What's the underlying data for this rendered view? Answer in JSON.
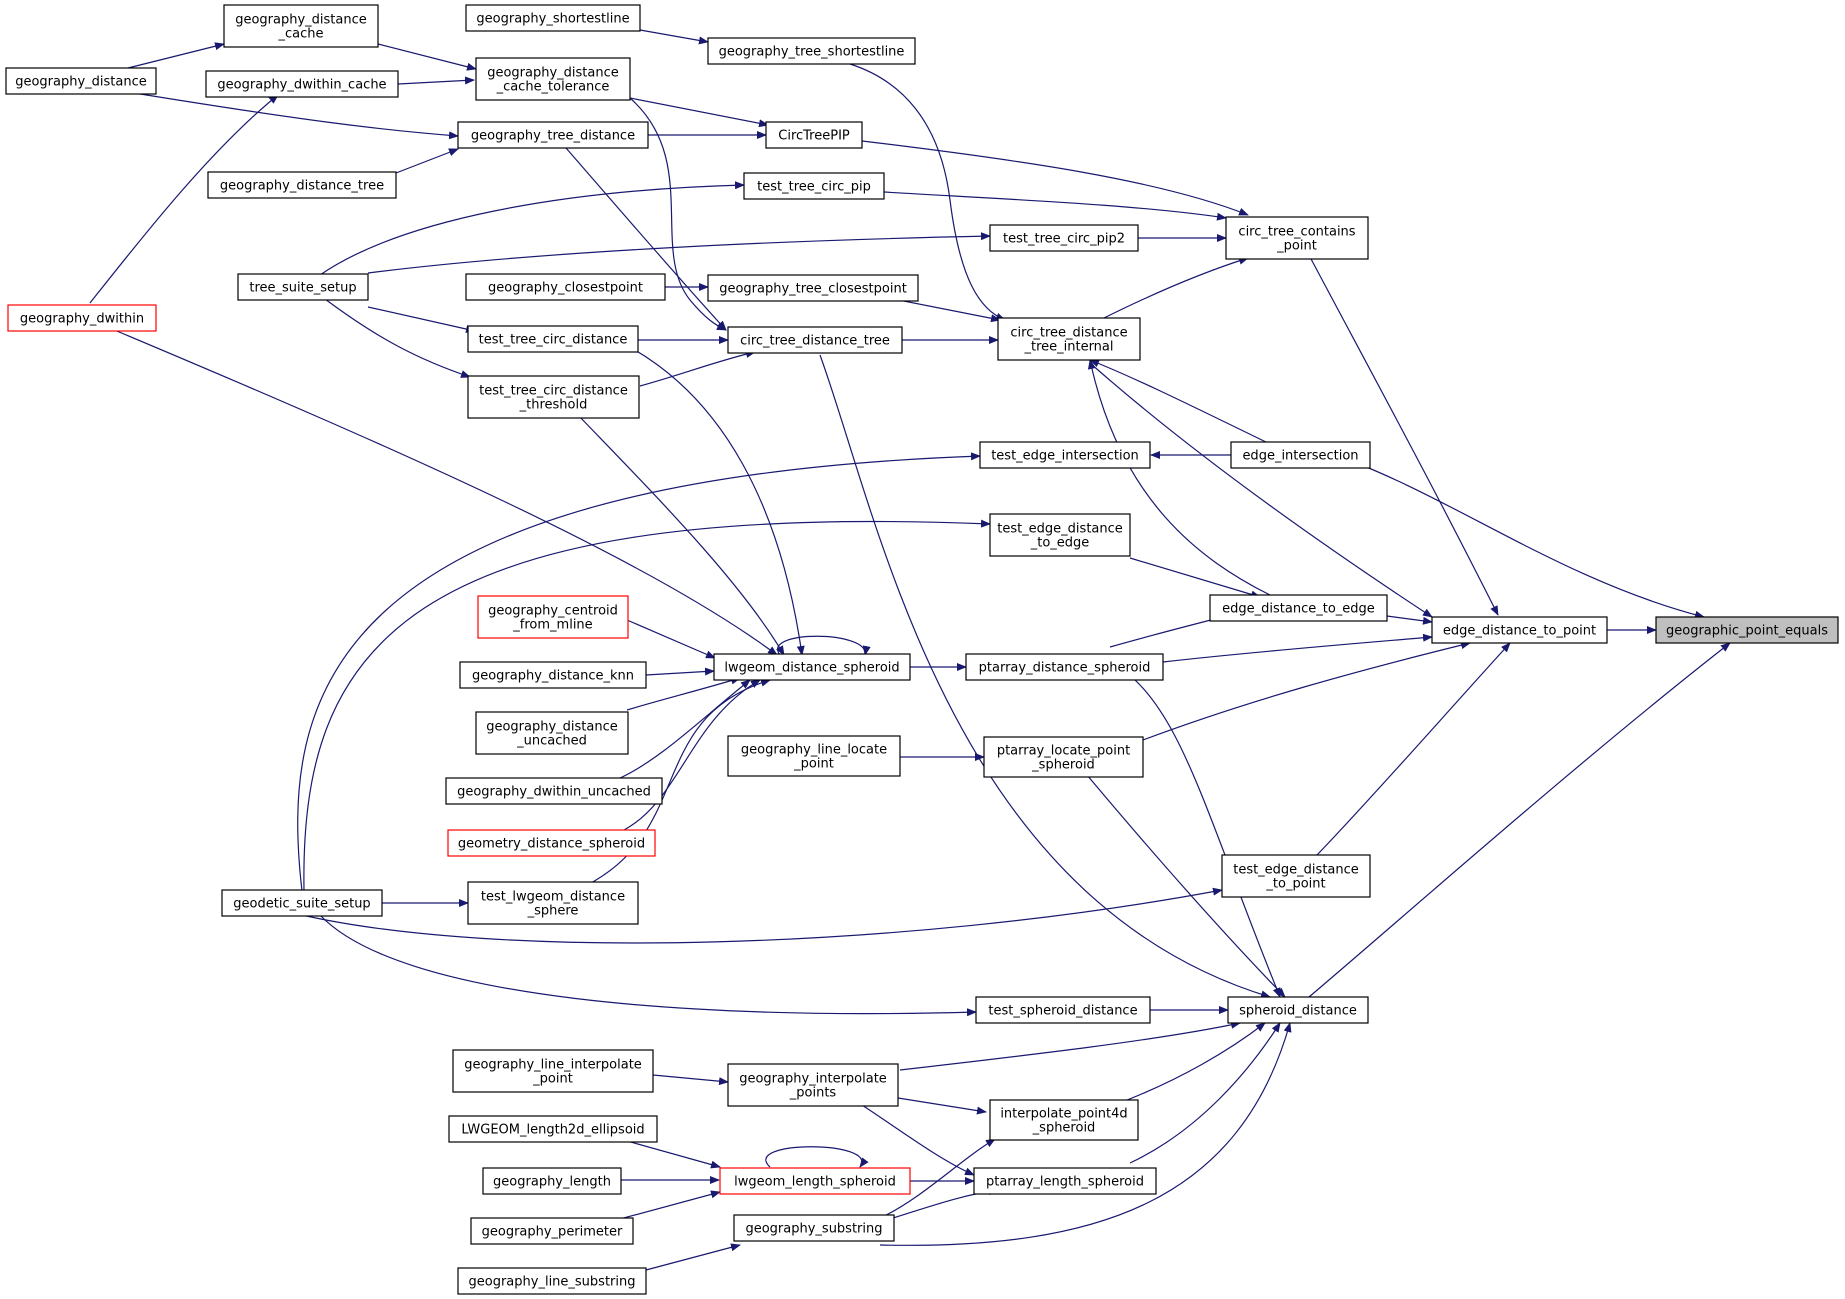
{
  "graph": {
    "colors": {
      "edge": "#191970",
      "highlight_fill": "#bfbfbf",
      "error_border": "#ff0000"
    },
    "nodes": [
      {
        "id": "n_gpe",
        "lines": [
          "geographic_point_equals"
        ],
        "style": "gray"
      },
      {
        "id": "n_edtp",
        "lines": [
          "edge_distance_to_point"
        ]
      },
      {
        "id": "n_ei",
        "lines": [
          "edge_intersection"
        ]
      },
      {
        "id": "n_sd",
        "lines": [
          "spheroid_distance"
        ]
      },
      {
        "id": "n_ctcp",
        "lines": [
          "circ_tree_contains",
          "_point"
        ]
      },
      {
        "id": "n_ctdti",
        "lines": [
          "circ_tree_distance",
          "_tree_internal"
        ]
      },
      {
        "id": "n_edte",
        "lines": [
          "edge_distance_to_edge"
        ]
      },
      {
        "id": "n_pds",
        "lines": [
          "ptarray_distance_spheroid"
        ]
      },
      {
        "id": "n_plps",
        "lines": [
          "ptarray_locate_point",
          "_spheroid"
        ]
      },
      {
        "id": "n_tedtp",
        "lines": [
          "test_edge_distance",
          "_to_point"
        ]
      },
      {
        "id": "n_ctpip",
        "lines": [
          "CircTreePIP"
        ]
      },
      {
        "id": "n_ttcp",
        "lines": [
          "test_tree_circ_pip"
        ]
      },
      {
        "id": "n_ttcp2",
        "lines": [
          "test_tree_circ_pip2"
        ]
      },
      {
        "id": "n_gts",
        "lines": [
          "geography_tree_shortestline"
        ]
      },
      {
        "id": "n_gtc",
        "lines": [
          "geography_tree_closestpoint"
        ]
      },
      {
        "id": "n_ctdt",
        "lines": [
          "circ_tree_distance_tree"
        ]
      },
      {
        "id": "n_tei",
        "lines": [
          "test_edge_intersection"
        ]
      },
      {
        "id": "n_tedte",
        "lines": [
          "test_edge_distance",
          "_to_edge"
        ]
      },
      {
        "id": "n_lds",
        "lines": [
          "lwgeom_distance_spheroid"
        ]
      },
      {
        "id": "n_glp",
        "lines": [
          "geography_line_locate",
          "_point"
        ]
      },
      {
        "id": "n_tsd",
        "lines": [
          "test_spheroid_distance"
        ]
      },
      {
        "id": "n_gip",
        "lines": [
          "geography_interpolate",
          "_points"
        ]
      },
      {
        "id": "n_ip4s",
        "lines": [
          "interpolate_point4d",
          "_spheroid"
        ]
      },
      {
        "id": "n_pls",
        "lines": [
          "ptarray_length_spheroid"
        ]
      },
      {
        "id": "n_gsub",
        "lines": [
          "geography_substring"
        ]
      },
      {
        "id": "n_gsl",
        "lines": [
          "geography_shortestline"
        ]
      },
      {
        "id": "n_gdct",
        "lines": [
          "geography_distance",
          "_cache_tolerance"
        ]
      },
      {
        "id": "n_gdc",
        "lines": [
          "geography_distance",
          "_cache"
        ]
      },
      {
        "id": "n_gdwc",
        "lines": [
          "geography_dwithin_cache"
        ]
      },
      {
        "id": "n_gtd",
        "lines": [
          "geography_tree_distance"
        ]
      },
      {
        "id": "n_gdt",
        "lines": [
          "geography_distance_tree"
        ]
      },
      {
        "id": "n_gcp",
        "lines": [
          "geography_closestpoint"
        ]
      },
      {
        "id": "n_ttcd",
        "lines": [
          "test_tree_circ_distance"
        ]
      },
      {
        "id": "n_ttcdt",
        "lines": [
          "test_tree_circ_distance",
          "_threshold"
        ]
      },
      {
        "id": "n_gcfm",
        "lines": [
          "geography_centroid",
          "_from_mline"
        ],
        "style": "red"
      },
      {
        "id": "n_gdk",
        "lines": [
          "geography_distance_knn"
        ]
      },
      {
        "id": "n_gdu",
        "lines": [
          "geography_distance",
          "_uncached"
        ]
      },
      {
        "id": "n_gdwu",
        "lines": [
          "geography_dwithin_uncached"
        ]
      },
      {
        "id": "n_gds",
        "lines": [
          "geometry_distance_spheroid"
        ],
        "style": "red"
      },
      {
        "id": "n_tlds",
        "lines": [
          "test_lwgeom_distance",
          "_sphere"
        ]
      },
      {
        "id": "n_glip",
        "lines": [
          "geography_line_interpolate",
          "_point"
        ]
      },
      {
        "id": "n_lgl2e",
        "lines": [
          "LWGEOM_length2d_ellipsoid"
        ]
      },
      {
        "id": "n_gl",
        "lines": [
          "geography_length"
        ]
      },
      {
        "id": "n_gp",
        "lines": [
          "geography_perimeter"
        ]
      },
      {
        "id": "n_gls",
        "lines": [
          "geography_line_substring"
        ]
      },
      {
        "id": "n_lls",
        "lines": [
          "lwgeom_length_spheroid"
        ],
        "style": "red"
      },
      {
        "id": "n_gd",
        "lines": [
          "geography_distance"
        ]
      },
      {
        "id": "n_tss",
        "lines": [
          "tree_suite_setup"
        ]
      },
      {
        "id": "n_gdw",
        "lines": [
          "geography_dwithin"
        ],
        "style": "red"
      },
      {
        "id": "n_gss",
        "lines": [
          "geodetic_suite_setup"
        ]
      }
    ]
  }
}
